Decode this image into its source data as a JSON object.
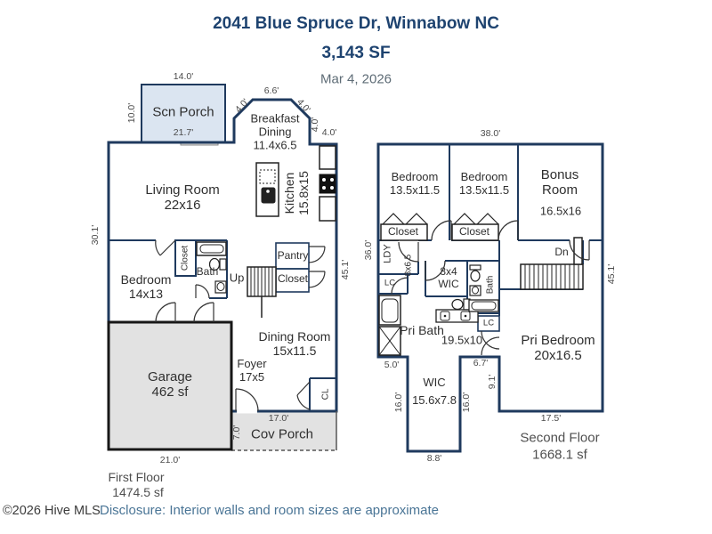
{
  "header": {
    "address": "2041 Blue Spruce Dr, Winnabow NC",
    "area": "3,143 SF",
    "date": "Mar 4, 2026"
  },
  "shared": {
    "closet": "Closet",
    "lc": "LC",
    "d40": "4.0'",
    "d451": "45.1'",
    "d160": "16.0'"
  },
  "first_floor": {
    "scn_porch": "Scn Porch",
    "d140": "14.0'",
    "d100": "10.0'",
    "d217": "21.7'",
    "breakfast": "Breakfast\nDining\n11.4x6.5",
    "d66": "6.6'",
    "living": "Living Room\n22x16",
    "kitchen": "Kitchen\n15.8x15",
    "d301": "30.1'",
    "bedroom": "Bedroom\n14x13",
    "bath": "Bath",
    "up": "Up",
    "pantry": "Pantry",
    "dining": "Dining Room\n15x11.5",
    "foyer": "Foyer\n17x5",
    "cl": "CL",
    "garage": "Garage\n462 sf",
    "cov_porch": "Cov Porch",
    "d170": "17.0'",
    "d70": "7.0'",
    "d210": "21.0'",
    "name": "First Floor",
    "area": "1474.5 sf"
  },
  "second_floor": {
    "d380": "38.0'",
    "bedroom": "Bedroom\n13.5x11.5",
    "bonus": "Bonus\nRoom",
    "bonus_dim": "16.5x16",
    "d360": "36.0'",
    "ldy": "LDY",
    "ldy_dim": "8x6.5",
    "wic_small": "8x4\nWIC",
    "bath": "Bath",
    "dn": "Dn",
    "pri_bath": "Pri Bath",
    "pri_bath_dim": "19.5x10",
    "pri_bedroom": "Pri Bedroom\n20x16.5",
    "d50": "5.0'",
    "d67": "6.7'",
    "d91": "9.1'",
    "wic": "WIC\n15.6x7.8",
    "d88": "8.8'",
    "d175": "17.5'",
    "name": "Second Floor",
    "area": "1668.1 sf"
  },
  "footer": {
    "copyright": "©2026 Hive MLS",
    "disclosure": "Disclosure: Interior walls and room sizes are approximate"
  },
  "colors": {
    "wall": "#1f3a5e",
    "porch_fill": "#dbe5f1",
    "garage_fill": "#e2e2e2",
    "title": "#1e4370",
    "disclosure": "#4a7596"
  }
}
